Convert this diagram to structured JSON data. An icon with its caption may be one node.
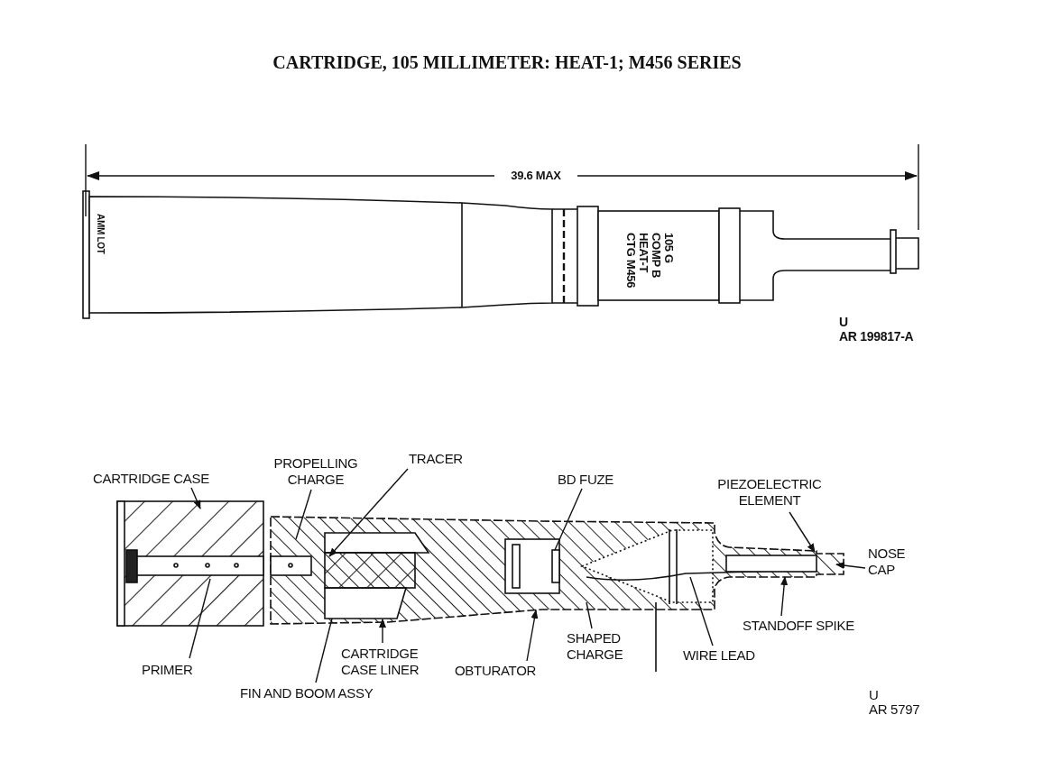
{
  "diagram": {
    "title": "CARTRIDGE, 105 MILLIMETER: HEAT-1; M456 SERIES",
    "nodes": [
      {
        "text": [
          "CARTRIDGE CASE"
        ]
      },
      {
        "text": [
          "PROPELLING CHARGE"
        ]
      },
      {
        "text": [
          "TRACER"
        ]
      },
      {
        "text": [
          "BD FUZE"
        ]
      },
      {
        "text": [
          "PIEZOELECTRIC ELEMENT"
        ]
      },
      {
        "text": [
          "NOSE CAP"
        ]
      },
      {
        "text": [
          "PRIMER"
        ]
      },
      {
        "text": [
          "FIN AND BOOM ASSY"
        ]
      },
      {
        "text": [
          "CARTRIDGE CASE LINER"
        ]
      },
      {
        "text": [
          "OBTURATOR"
        ]
      },
      {
        "text": [
          "SHAPED CHARGE"
        ]
      },
      {
        "text": [
          "WIRE LEAD"
        ]
      },
      {
        "text": [
          "STANDOFF SPIKE"
        ]
      }
    ],
    "edges": [
      {
        "from": 0,
        "to": null,
        "arrow": "to"
      },
      {
        "from": 1,
        "to": null,
        "arrow": "none"
      },
      {
        "from": 2,
        "to": null,
        "arrow": "to"
      },
      {
        "from": 3,
        "to": null,
        "arrow": "none"
      },
      {
        "from": 4,
        "to": null,
        "arrow": "to"
      },
      {
        "from": 5,
        "to": null,
        "arrow": "to"
      },
      {
        "from": 6,
        "to": null,
        "arrow": "none"
      },
      {
        "from": 7,
        "to": null,
        "arrow": "none"
      },
      {
        "from": 8,
        "to": null,
        "arrow": "to"
      },
      {
        "from": 9,
        "to": null,
        "arrow": "to"
      },
      {
        "from": 10,
        "to": null,
        "arrow": "none"
      },
      {
        "from": 11,
        "to": null,
        "arrow": "none"
      },
      {
        "from": 12,
        "to": null,
        "arrow": "to"
      }
    ],
    "labels": [
      "39.6 MAX",
      "AMM LOT",
      "105 G",
      "COMP B",
      "HEAT-T",
      "CTG M456",
      "U",
      "AR 199817-A",
      "U",
      "AR 5797"
    ]
  }
}
